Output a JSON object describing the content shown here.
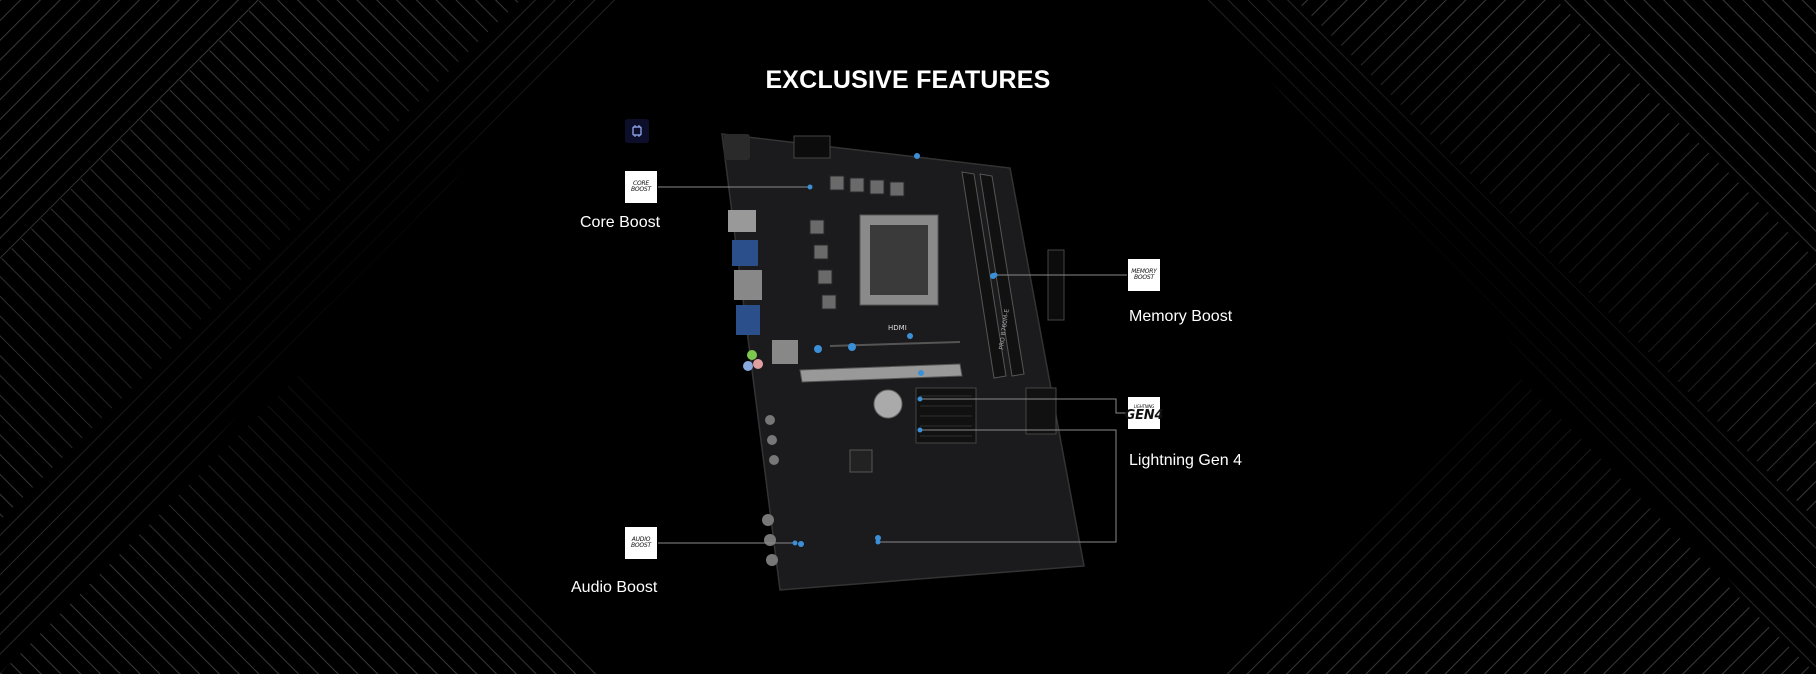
{
  "section": {
    "title": "EXCLUSIVE FEATURES"
  },
  "product": {
    "board_silkscreen": "PRO B760M-E",
    "hdmi_mark": "HDMI"
  },
  "features": [
    {
      "id": "core-boost",
      "label": "Core Boost",
      "logo_lines": [
        "CORE",
        "BOOST"
      ]
    },
    {
      "id": "memory-boost",
      "label": "Memory Boost",
      "logo_lines": [
        "MEMORY",
        "BOOST"
      ]
    },
    {
      "id": "lightning-gen-4",
      "label": "Lightning Gen 4",
      "logo_lines": [
        "LIGHTNING",
        "GEN4"
      ]
    },
    {
      "id": "audio-boost",
      "label": "Audio Boost",
      "logo_lines": [
        "AUDIO",
        "BOOST"
      ]
    }
  ],
  "colors": {
    "background": "#000000",
    "text": "#ffffff",
    "callout_line": "#8a8a8a",
    "accent_dot": "#3b8fd6"
  },
  "icons": {
    "section_icon": "chip-icon"
  }
}
